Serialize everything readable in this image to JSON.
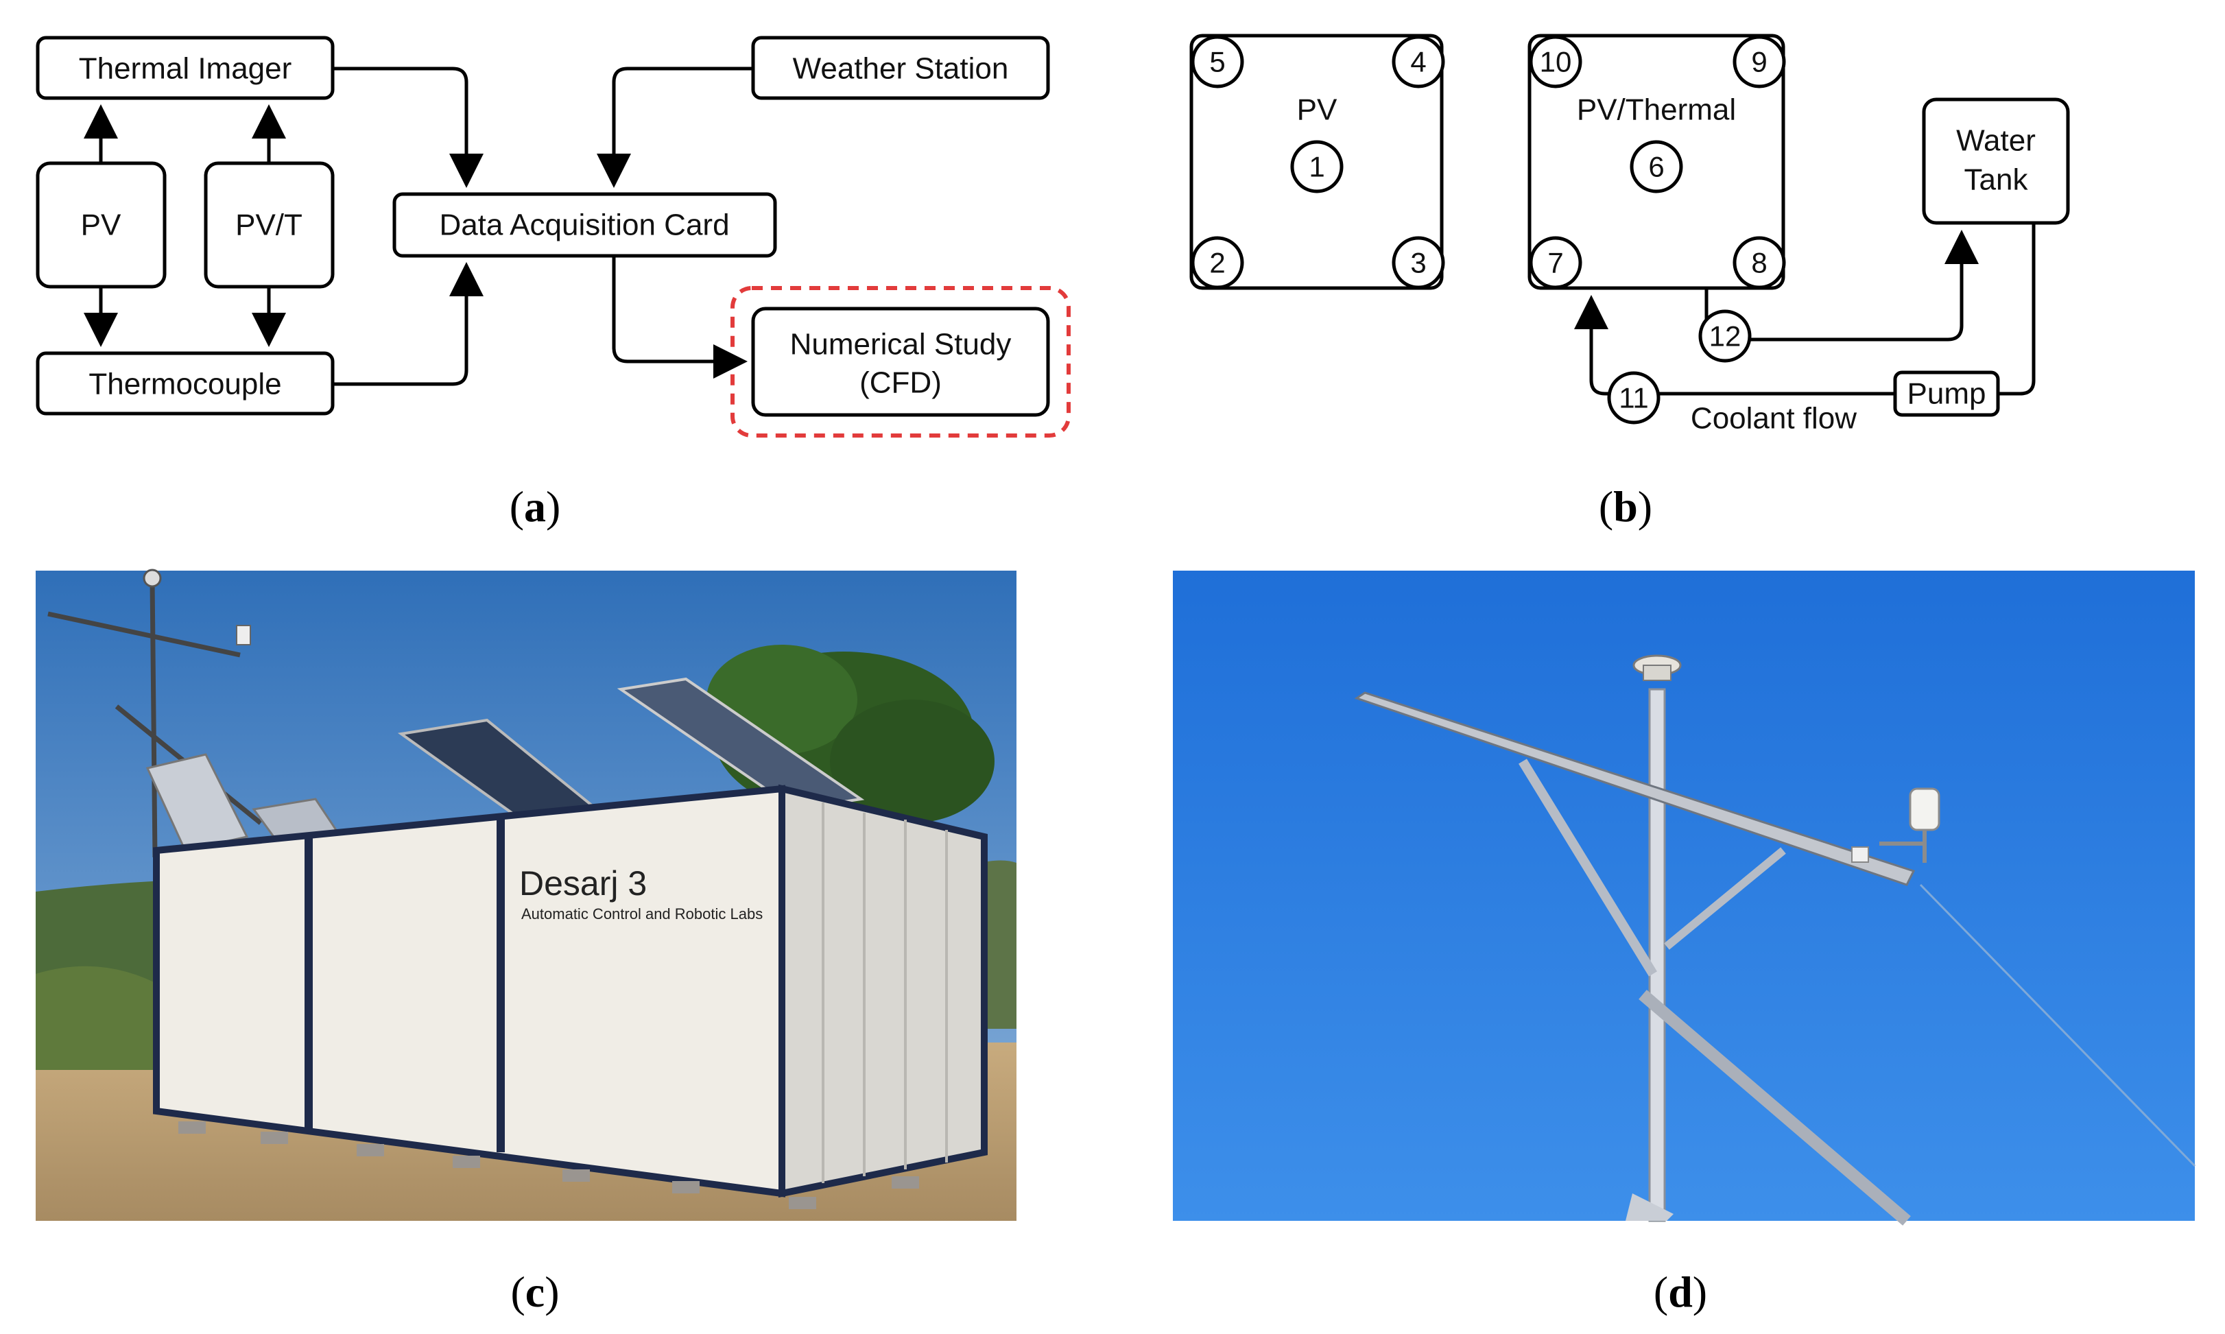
{
  "panel_a": {
    "caption_open": "(",
    "caption_letter": "a",
    "caption_close": ")",
    "nodes": {
      "thermal_imager": "Thermal Imager",
      "pv": "PV",
      "pvt": "PV/T",
      "thermocouple": "Thermocouple",
      "data_acquisition_card": "Data Acquisition Card",
      "weather_station": "Weather Station",
      "numerical_study_line1": "Numerical Study",
      "numerical_study_line2": "(CFD)"
    },
    "highlight_color": "#e23b3b"
  },
  "panel_b": {
    "caption_open": "(",
    "caption_letter": "b",
    "caption_close": ")",
    "pv_label": "PV",
    "pvt_label": "PV/Thermal",
    "water_tank_line1": "Water",
    "water_tank_line2": "Tank",
    "pump_label": "Pump",
    "coolant_flow_label": "Coolant flow",
    "points": [
      "1",
      "2",
      "3",
      "4",
      "5",
      "6",
      "7",
      "8",
      "9",
      "10",
      "11",
      "12"
    ]
  },
  "panel_c": {
    "caption_open": "(",
    "caption_letter": "c",
    "caption_close": ")",
    "sign_title": "Desarj 3",
    "sign_subtitle": "Automatic Control and Robotic Labs",
    "sky_color": "#3f7fc4",
    "ground_color": "#b99d72"
  },
  "panel_d": {
    "caption_open": "(",
    "caption_letter": "d",
    "caption_close": ")",
    "sky_color": "#2d7fe0"
  }
}
